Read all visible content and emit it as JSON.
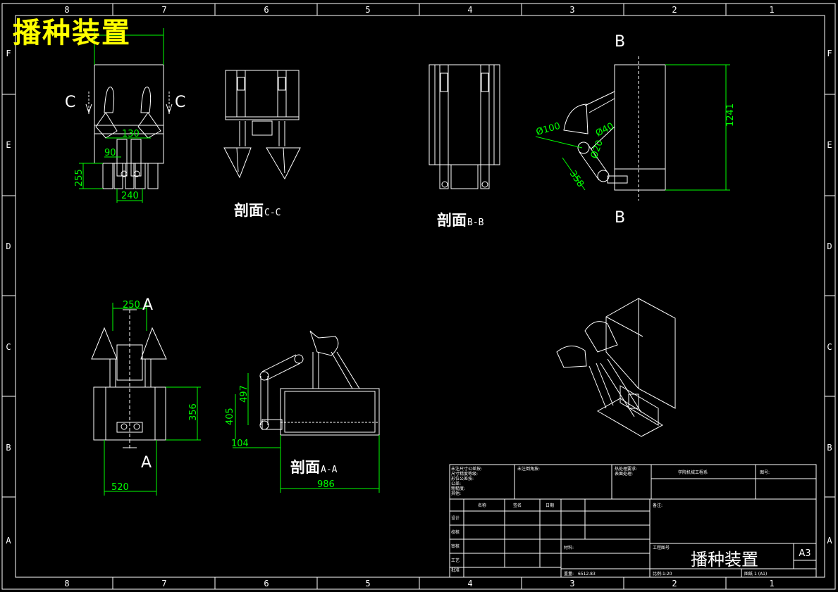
{
  "drawing_title": "播种装置",
  "frame": {
    "col_labels": [
      "8",
      "7",
      "6",
      "5",
      "4",
      "3",
      "2",
      "1"
    ],
    "row_labels": [
      "F",
      "E",
      "D",
      "C",
      "B",
      "A"
    ]
  },
  "sections": {
    "cc": {
      "main": "剖面",
      "suffix": "C-C",
      "marker": "C"
    },
    "bb": {
      "main": "剖面",
      "suffix": "B-B",
      "marker": "B"
    },
    "aa": {
      "main": "剖面",
      "suffix": "A-A",
      "marker": "A"
    }
  },
  "dimensions": {
    "v1_top_130": "130",
    "v1_90": "90",
    "v1_255": "255",
    "v1_240": "240",
    "v3_d100": "Ø100",
    "v3_d40": "Ø40",
    "v3_d20": "Ø20",
    "v3_358": "358",
    "v3_1241": "1241",
    "v4_250": "250",
    "v4_356": "356",
    "v4_520": "520",
    "v5_497": "497",
    "v5_405": "405",
    "v5_104": "104",
    "v5_986": "986"
  },
  "title_block": {
    "notes_left": [
      "未注尺寸公差按:",
      "尺寸精度等级:",
      "形位公差按:",
      "公差:",
      "粗糙度:",
      "其他:"
    ],
    "notes_mid": "未注倒角按:",
    "notes_right": [
      "热处理要求:",
      "表面处理:"
    ],
    "school": "学院机械工程系",
    "head_col": [
      "名称",
      "签名",
      "日期"
    ],
    "roles": [
      "设计",
      "校核",
      "审核",
      "工艺",
      "批准"
    ],
    "material_label": "材料:",
    "scale_label": "比例:",
    "scale_value": "1:20",
    "weight_label": "重量:",
    "weight_value": "6512.83",
    "sheet_label": "图纸",
    "sheet_value": "1 (A1)",
    "drawing_no_label": "图号:",
    "part_no_label": "工程图号",
    "title": "播种装置",
    "size": "A3",
    "remark": "备注:"
  }
}
